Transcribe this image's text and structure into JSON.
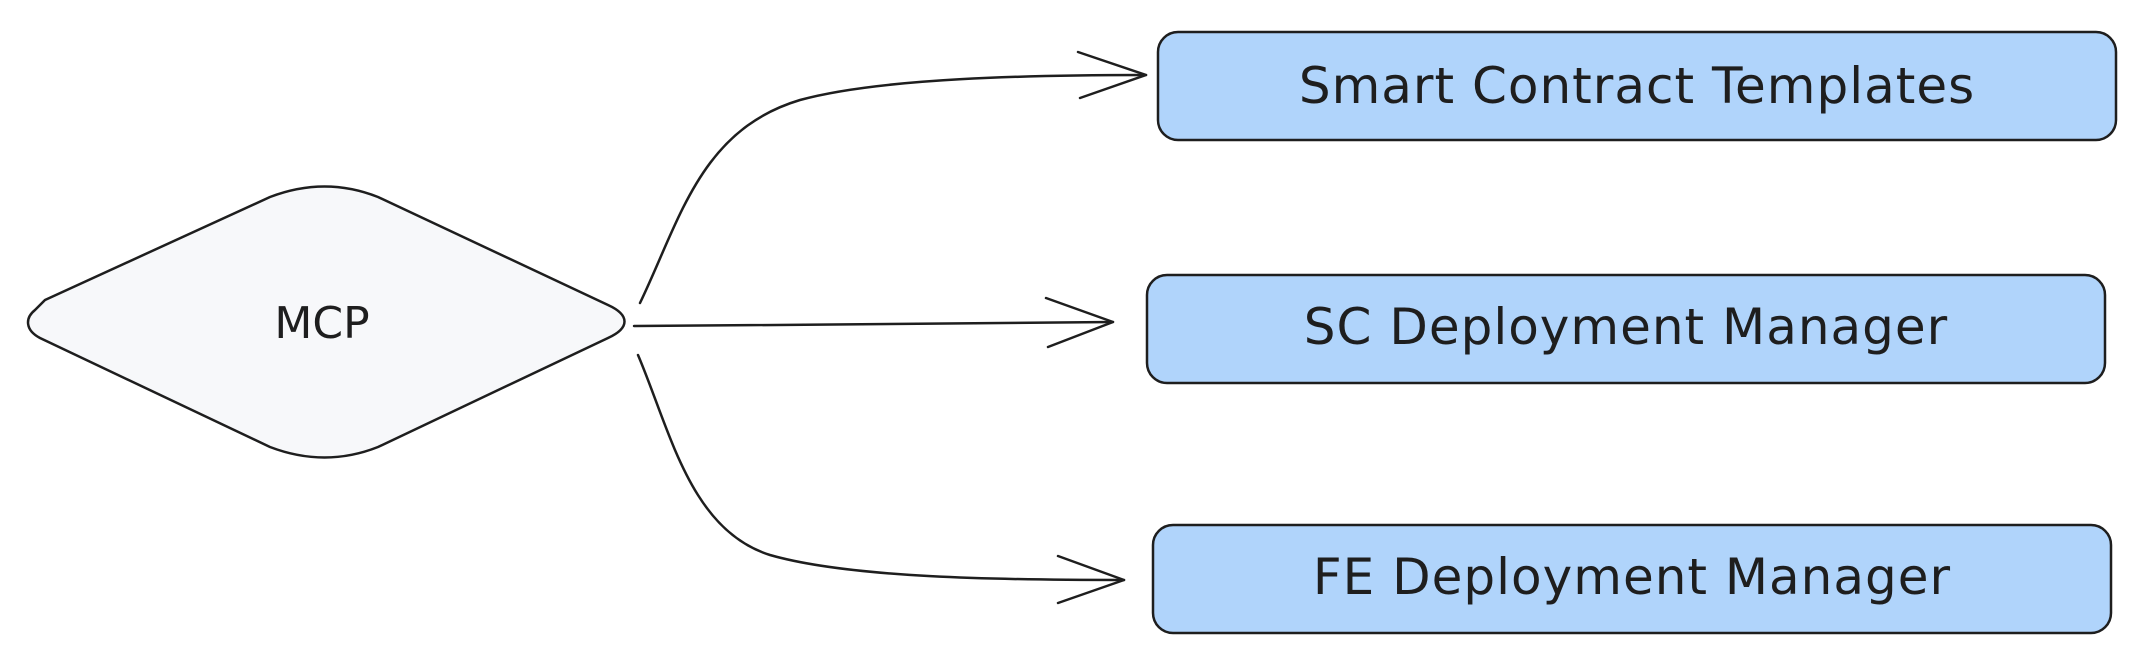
{
  "diagram": {
    "source": {
      "label": "MCP",
      "fill": "#f7f8fa"
    },
    "targets": [
      {
        "label": "Smart Contract Templates"
      },
      {
        "label": "SC Deployment Manager"
      },
      {
        "label": "FE Deployment Manager"
      }
    ],
    "colors": {
      "box_fill": "#b0d4fb",
      "stroke": "#1e1e1e",
      "diamond_fill": "#f7f8fa"
    }
  }
}
